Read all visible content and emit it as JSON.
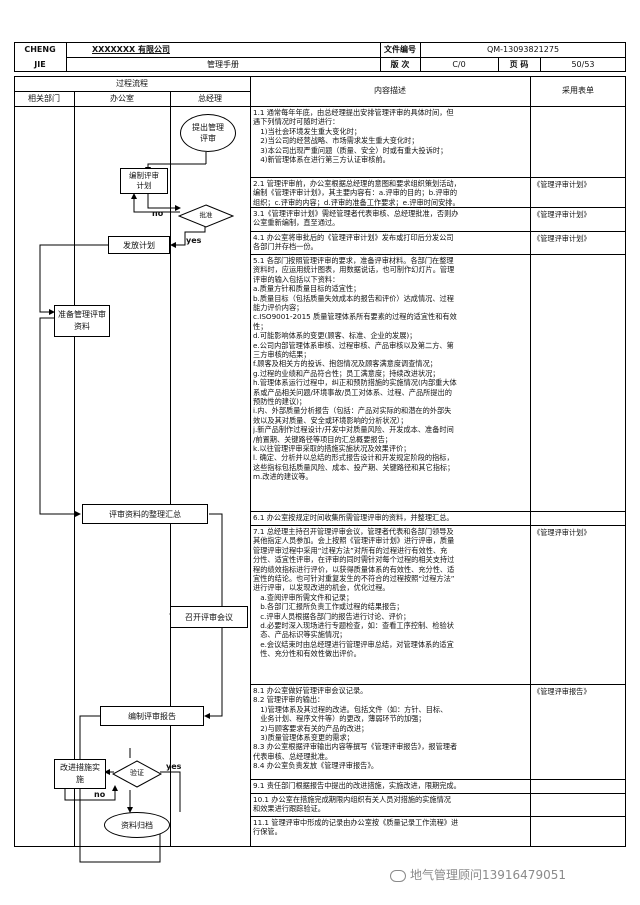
{
  "header": {
    "company_top": "CHENG",
    "company_bottom": "JIE",
    "company_name": "XXXXXXX 有限公司",
    "manual": "管理手册",
    "doc_no_label": "文件编号",
    "doc_no": "QM-13093821275",
    "version_label": "版 次",
    "version": "C/0",
    "page_label": "页 码",
    "page": "50/53"
  },
  "table_header": {
    "process": "过程流程",
    "dept_related": "相关部门",
    "dept_office": "办公室",
    "dept_gm": "总经理",
    "content": "内容描述",
    "forms": "采用表单"
  },
  "flow": {
    "start": "提出管理评审",
    "plan": "编制评审计划",
    "approve": "批准",
    "no1": "no",
    "yes1": "yes",
    "issue": "发放计划",
    "prepare": "准备管理评审资料",
    "summarize": "评审资料的整理汇总",
    "meeting": "召开评审会议",
    "report": "编制评审报告",
    "improve": "改进措施实施",
    "verify": "验证",
    "no2": "no",
    "yes2": "yes",
    "archive": "资料归档"
  },
  "content": {
    "s1": [
      "1.1 通常每年年底，由总经理提出安排管理评审的具体时间，但",
      "遇下列情况时可随时进行：",
      "　1)当社会环境发生重大变化时；",
      "　2)当公司的经营战略、市场需求发生重大变化时；",
      "　3)本公司出现严重问题（质量、安全）时或有重大投诉时；",
      "　4)新管理体系在进行第三方认证审核前。"
    ],
    "s2": [
      "2.1 管理评审前，办公室根据总经理的意图和要求组织策划活动，",
      "编制《管理评审计划》，其主要内容有：a.评审的目的；b.评审的",
      "组织；c.评审的内容；d.评审的准备工作要求；e.评审时间安排。"
    ],
    "s3": [
      "3.1《管理评审计划》需经管理者代表审核、总经理批准，否则办",
      "公室重新编制，直至通过。"
    ],
    "s4": [
      "4.1 办公室将审批后的《管理评审计划》发布或打印后分发公司",
      "各部门并存档一份。"
    ],
    "s5": [
      "5.1 各部门按照管理评审的要求，准备评审材料。各部门在整理",
      "资料时，应运用统计图表，用数据说话，也可制作幻灯片。管理",
      "评审的输入包括以下资料：",
      "a.质量方针和质量目标的适宜性；",
      "b.质量目标（包括质量失效成本的报告和评价）达成情况、过程",
      "能力评价内容；",
      "c.ISO9001-2015 质量管理体系所有要素的过程的适宜性和有效",
      "性；",
      "d.可能影响体系的变更(顾客、标准、企业的发展)；",
      "e.公司内部管理体系审核、过程审核、产品审核以及第二方、第",
      "三方审核的结果；",
      "f.顾客及相关方的投诉、抱怨情况及顾客满意度调查情况；",
      "g.过程的业绩和产品符合性；员工满意度；持续改进状况；",
      "h.管理体系运行过程中，纠正和预防措施的实施情况(内部重大体",
      "系或产品相关问题/环境事故/员工对体系、过程、产品所提出的",
      "预防性的建议)；",
      "i.内、外部质量分析报告（包括：产品对实际的和潜在的外部失",
      "效以及其对质量、安全或环境影响的分析状况）；",
      "j.新产品制作过程设计/开发中对质量风险、开发成本、准备时间",
      "/前置期、关键路径等项目的汇总概要报告；",
      "k.以往管理评审采取的措施实施状况及效果评价；",
      "l. 确定、分析并以总结的形式报告设计和开发规定阶段的指标，",
      "这些指标包括质量风险、成本、投产期、关键路径和其它指标；",
      "m.改进的建议等。"
    ],
    "s6": [
      "6.1 办公室按规定时间收集所需管理评审的资料，并整理汇总。"
    ],
    "s7": [
      "7.1 总经理主持召开管理评审会议，管理者代表和各部门领导及",
      "其他指定人员参加。会上按照《管理评审计划》进行评审，质量",
      "管理评审过程中采用“过程方法”对所有的过程进行有效性、充",
      "分性、适宜性评审，在评审的同时需针对每个过程的相关支持过",
      "程的绩效指标进行评价，以获得质量体系的有效性、充分性、适",
      "宜性的结论。也可针对重复发生的不符合的过程按照“过程方法”",
      "进行评审，以发现改进的机会，优化过程。",
      "　a.查阅评审所需文件和记录；",
      "　b.各部门汇报所负责工作或过程的结果报告；",
      "　c.评审人员根据各部门的报告进行讨论、评价；",
      "　d.必要时深入现场进行专题检查，如：查看工序控制、检验状",
      "　态、产品标识等实施情况；",
      "　e.会议结束时由总经理进行管理评审总结，对管理体系的适宜",
      "　性、充分性和有效性做出评价。"
    ],
    "s8": [
      "8.1 办公室做好管理评审会议记录。",
      "8.2 管理评审的输出：",
      "　1)管理体系及其过程的改进。包括文件（如：方针、目标、",
      "　业务计划、程序文件等）的更改，薄弱环节的加强；",
      "　2)与顾客要求有关的产品的改进；",
      "　3)质量管理体系变更的需求；",
      "8.3 办公室根据评审输出内容等撰写《管理评审报告》，报管理者",
      "代表审核、总经理批准。",
      "8.4 办公室负责发放《管理评审报告》。"
    ],
    "s9": [
      "9.1 责任部门根据报告中提出的改进措施，实施改进，限期完成。"
    ],
    "s10": [
      "10.1 办公室在措施完成期限内组织有关人员对措施的实施情况",
      "和效果进行跟踪验证。"
    ],
    "s11": [
      "11.1 管理评审中形成的记录由办公室按《质量记录工作流程》进",
      "行保管。"
    ]
  },
  "forms": {
    "f2": "《管理评审计划》",
    "f3": "《管理评审计划》",
    "f4": "《管理评审计划》",
    "f7": "《管理评审计划》",
    "f8": "《管理评审报告》"
  },
  "watermark": "地气管理顾问13916479051"
}
